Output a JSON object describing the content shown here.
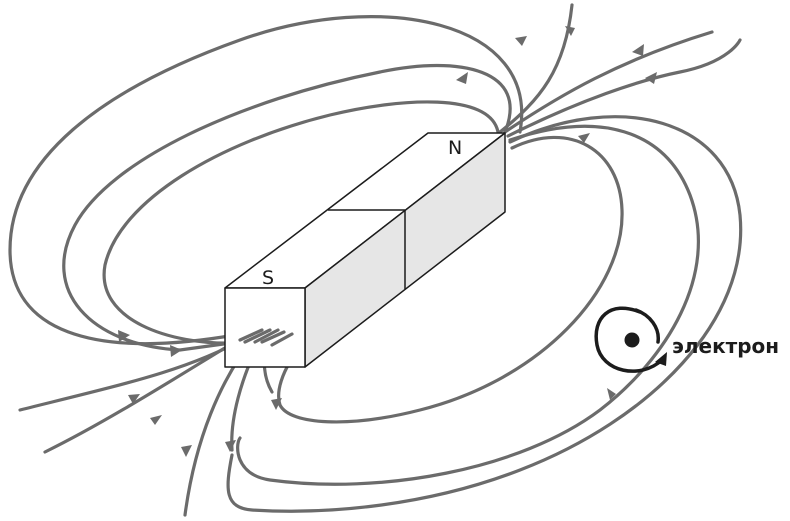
{
  "magnet": {
    "north_label": "N",
    "south_label": "S"
  },
  "electron": {
    "label": "электрон"
  },
  "colors": {
    "field_lines": "#6b6b6b",
    "magnet_face": "#e6e6e6",
    "outline": "#1c1c1c"
  }
}
